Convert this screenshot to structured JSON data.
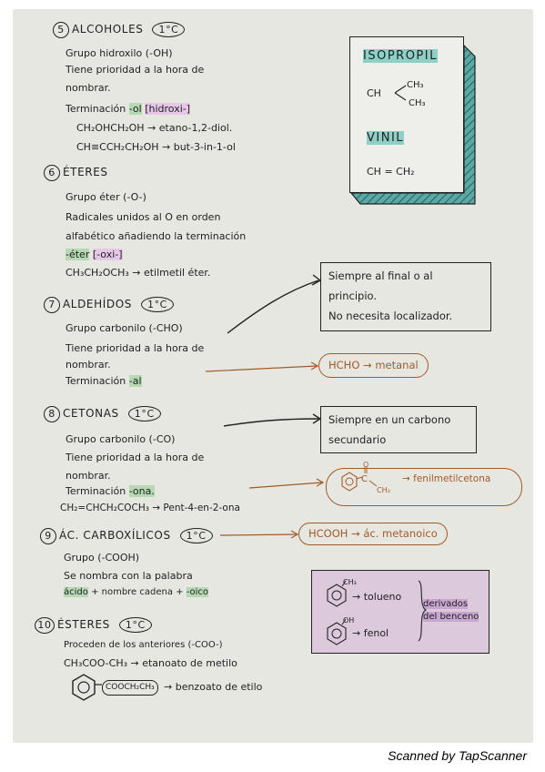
{
  "notes": {
    "s5": {
      "num": "5",
      "title": "ALCOHOLES",
      "badge": "1°C",
      "l1": "Grupo hidroxilo (-OH)",
      "l2": "Tiene prioridad a la hora de",
      "l3": "nombrar.",
      "l4a": "Terminación",
      "l4b": "-ol",
      "l4c": "[hidroxi-]",
      "f1": "CH₂OHCH₂OH → etano-1,2-diol.",
      "f2": "CH≡CCH₂CH₂OH → but-3-in-1-ol"
    },
    "s6": {
      "num": "6",
      "title": "ÉTERES",
      "l1": "Grupo éter (-O-)",
      "l2": "Radicales unidos al O en orden",
      "l3": "alfabético añadiendo la terminación",
      "l4a": "-éter",
      "l4b": "[-oxi-]",
      "f1": "CH₃CH₂OCH₃ → etilmetil éter."
    },
    "s7": {
      "num": "7",
      "title": "ALDEHÍDOS",
      "badge": "1°C",
      "l1": "Grupo carbonilo (-CHO)",
      "l2": "Tiene prioridad a la hora de",
      "l3": "nombrar.",
      "l4a": "Terminación",
      "l4b": "-al"
    },
    "s8": {
      "num": "8",
      "title": "CETONAS",
      "badge": "1°C",
      "l1": "Grupo carbonilo (-CO)",
      "l2": "Tiene prioridad a la hora de",
      "l3": "nombrar.",
      "l4a": "Terminación",
      "l4b": "-ona.",
      "f1": "CH₂=CHCH₂COCH₃ → Pent-4-en-2-ona"
    },
    "s9": {
      "num": "9",
      "title": "ÁC. CARBOXÍLICOS",
      "badge": "1°C",
      "l1": "Grupo (-COOH)",
      "l2": "Se nombra con la palabra",
      "l3a": "ácido",
      "l3b": "+ nombre cadena +",
      "l3c": "-oico"
    },
    "s10": {
      "num": "10",
      "title": "ÉSTERES",
      "badge": "1°C",
      "l1": "Proceden de los anteriores (-COO-)",
      "f1": "CH₃COO-CH₃ → etanoato de metilo",
      "f2a": "COOCH₂CH₃",
      "f2b": "→ benzoato de etilo"
    },
    "side": {
      "isopropil": "ISOPROPIL",
      "iso_ch": "CH",
      "iso_ch3a": "CH₃",
      "iso_ch3b": "CH₃",
      "vinil": "VINIL",
      "vinil_f": "CH = CH₂",
      "ald_note_1": "Siempre al final o al",
      "ald_note_2": "principio.",
      "ald_note_3": "No necesita localizador.",
      "hcho": "HCHO → metanal",
      "ket_note_1": "Siempre en un carbono",
      "ket_note_2": "secundario",
      "ket_o": "O",
      "ket_c": "C",
      "ket_ch3": "CH₃",
      "ket_name": "→ fenilmetilcetona",
      "hcooh": "HCOOH → ác. metanoico",
      "tol_ch3": "CH₃",
      "tolueno": "→ tolueno",
      "fen_oh": "OH",
      "fenol": "→ fenol",
      "derivados_1": "derivados",
      "derivados_2": "del benceno"
    }
  },
  "footer": {
    "scanned": "Scanned by TapScanner"
  },
  "colors": {
    "paper": "#e7e7e1",
    "ink": "#1f1f22",
    "green_hl": "#b6d9b3",
    "purple_hl": "#e6c8e6",
    "orange": "#a35a2a",
    "teal": "#4a9a9a"
  }
}
